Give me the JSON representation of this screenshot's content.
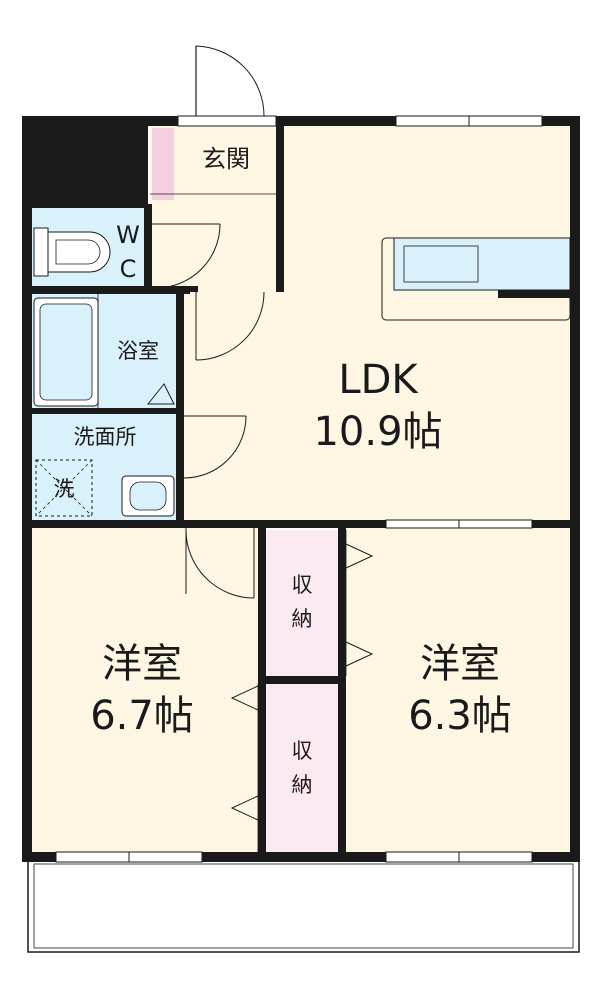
{
  "rooms": {
    "genkan": "玄関",
    "wc_w": "W",
    "wc_c": "C",
    "bath": "浴室",
    "washroom": "洗面所",
    "washer": "洗",
    "ldk_name": "LDK",
    "ldk_size": "10.9帖",
    "west_name": "洋室",
    "west_size": "6.7帖",
    "east_name": "洋室",
    "east_size": "6.3帖",
    "closet_upper": [
      "収",
      "納"
    ],
    "closet_lower": [
      "収",
      "納"
    ]
  },
  "colors": {
    "floor": "#fdf6e3",
    "water": "#d8f1fa",
    "closet": "#fbe9f1",
    "wall": "#1a1a1a",
    "pink_accent": "#f5cfe0"
  }
}
